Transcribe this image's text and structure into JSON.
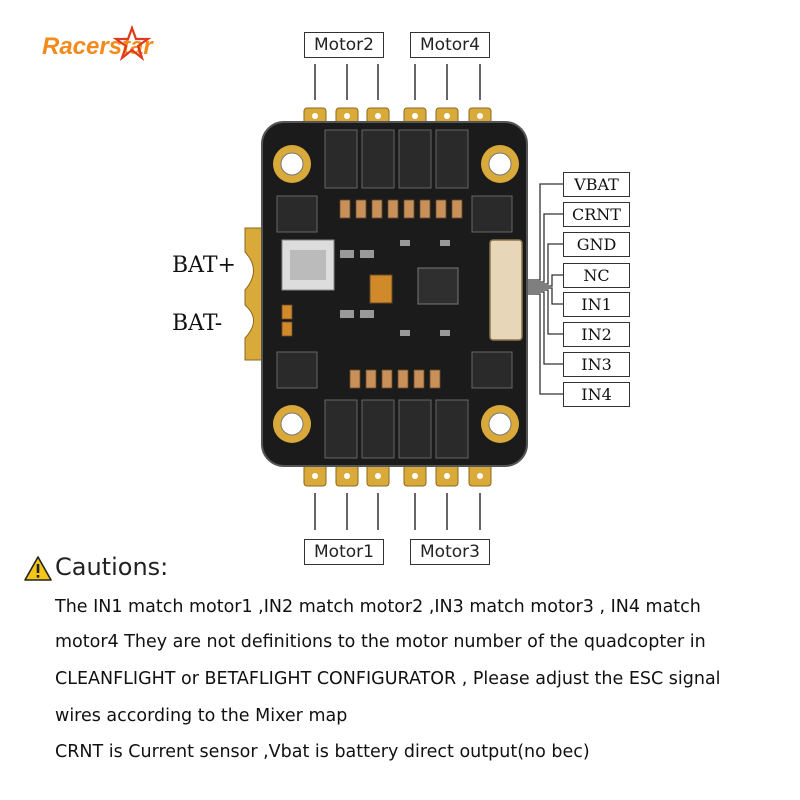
{
  "logo": {
    "text": "Racerstar"
  },
  "motors": {
    "top_left": "Motor2",
    "top_right": "Motor4",
    "bottom_left": "Motor1",
    "bottom_right": "Motor3"
  },
  "battery": {
    "positive": "BAT+",
    "negative": "BAT-"
  },
  "pins": [
    "VBAT",
    "CRNT",
    "GND",
    "NC",
    "IN1",
    "IN2",
    "IN3",
    "IN4"
  ],
  "cautions": {
    "title": "Cautions:",
    "lines": [
      "The IN1 match motor1 ,IN2 match motor2 ,IN3 match motor3 , IN4 match",
      "motor4 They are not definitions to the motor number of the quadcopter in",
      "CLEANFLIGHT or BETAFLIGHT CONFIGURATOR , Please adjust the ESC signal",
      "wires according to the Mixer map",
      "CRNT is Current sensor ,Vbat is battery direct output(no bec)"
    ]
  },
  "colors": {
    "board": "#1b1b1b",
    "pad_gold": "#d9a93a",
    "logo_orange": "#f28a1c",
    "logo_red": "#e03a1e",
    "warning_yellow": "#f5c518"
  }
}
